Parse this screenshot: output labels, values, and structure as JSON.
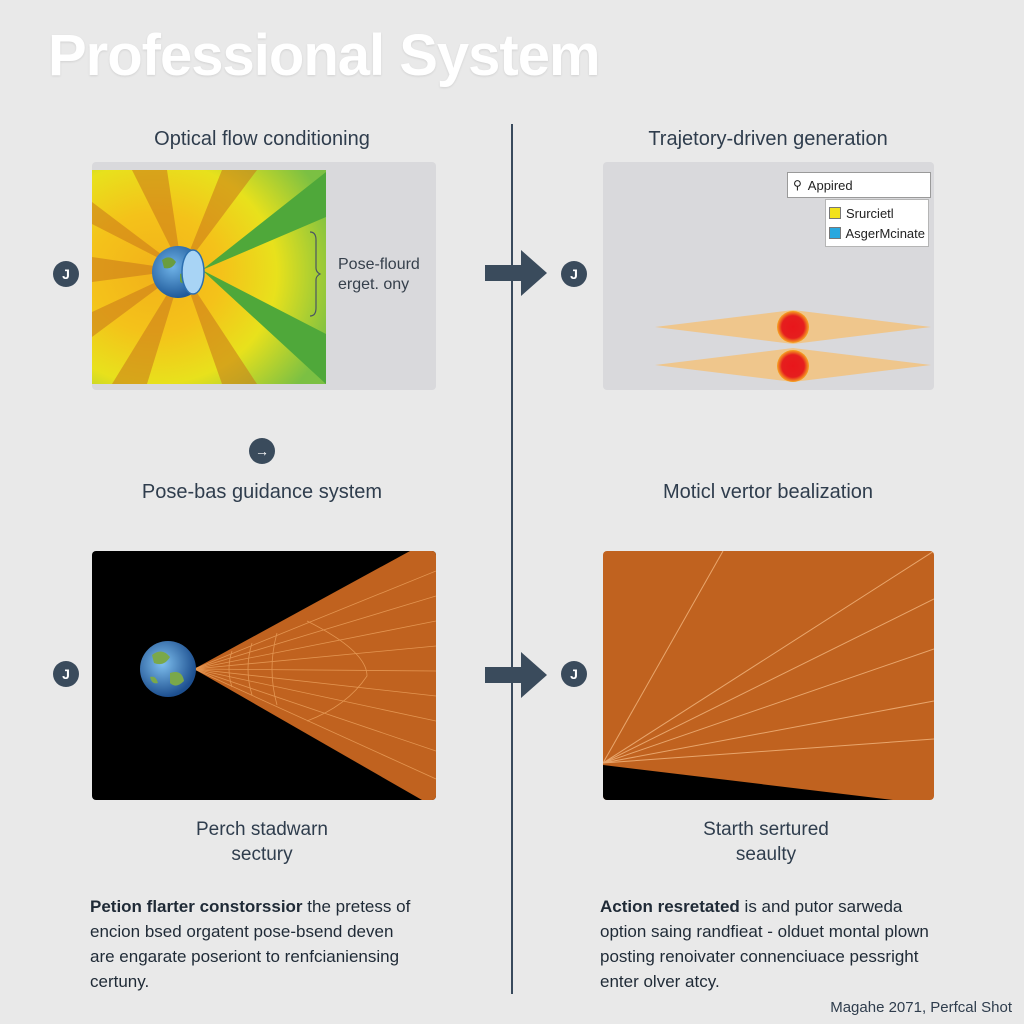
{
  "title": "Professional System",
  "sections": {
    "top_left_heading": "Optical flow conditioning",
    "top_right_heading": "Trajetory-driven generation",
    "mid_left_heading": "Pose-bas guidance system",
    "mid_right_heading": "Moticl vertor bealization"
  },
  "panels": {
    "optical_flow": {
      "annotation_line1": "Pose-flourd",
      "annotation_line2": "erget. ony"
    },
    "trajectory": {
      "search_value": "Appired",
      "legend": [
        {
          "label": "Srurcietl",
          "color": "#f2e21a"
        },
        {
          "label": "AsgerMcinate",
          "color": "#29a8df"
        }
      ]
    }
  },
  "markers": {
    "symbol": "J",
    "arrow_symbol": "→"
  },
  "captions": {
    "left_line1": "Perch stadwarn",
    "left_line2": "sectury",
    "right_line1": "Starth sertured",
    "right_line2": "seaulty"
  },
  "descriptions": {
    "left": {
      "bold": "Petion flarter constorssior",
      "rest1": " the pretess of",
      "line2": "encion  bsed orgatent pose-bsend deven",
      "line3": "are engarate poseriont to renfcianiensing",
      "line4": "certuny."
    },
    "right": {
      "bold": "Action resretated",
      "rest1": " is and putor sarweda",
      "line2": "option saing randfieat - olduet montal plown",
      "line3": "posting renoivater connenciuace pessright",
      "line4": "enter olver atcy."
    }
  },
  "footer": "Magahe 2071, Perfcal Shot",
  "colors": {
    "background": "#e9e9e9",
    "accent_dark": "#3a4b5c",
    "panel_light": "#d9d9dc",
    "orange_fan": "#c0621f",
    "black": "#000000"
  }
}
